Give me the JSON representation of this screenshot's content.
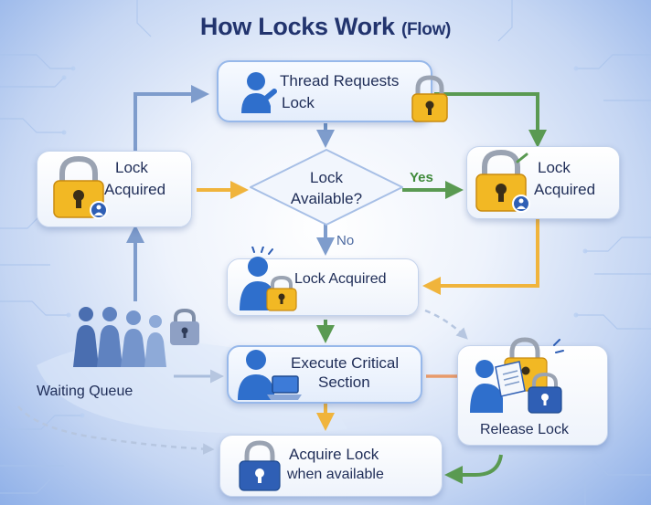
{
  "title": {
    "main": "How Locks Work",
    "paren": "(Flow)"
  },
  "nodes": {
    "thread_requests": {
      "line1": "Thread Requests",
      "line2": "Lock"
    },
    "decision": {
      "line1": "Lock",
      "line2": "Available?"
    },
    "acquired_left": {
      "line1": "Lock",
      "line2": "Acquired"
    },
    "acquired_right": {
      "line1": "Lock",
      "line2": "Acquired"
    },
    "acquired_center": {
      "label": "Lock Acquired"
    },
    "execute": {
      "line1": "Execute Critical",
      "line2": "Section"
    },
    "release": {
      "label": "Release Lock"
    },
    "acquire_when": {
      "line1": "Acquire Lock",
      "line2": "when available"
    },
    "waiting_queue": {
      "label": "Waiting Queue"
    }
  },
  "edges": {
    "yes": "Yes",
    "no": "No"
  },
  "colors": {
    "title": "#22346e",
    "arrow_blue": "#7e9ccc",
    "arrow_green": "#5a9a52",
    "arrow_orange": "#f0b43c",
    "person": "#2f6fcc",
    "lock_gold": "#f2b824",
    "lock_blue": "#2f5fb5"
  }
}
